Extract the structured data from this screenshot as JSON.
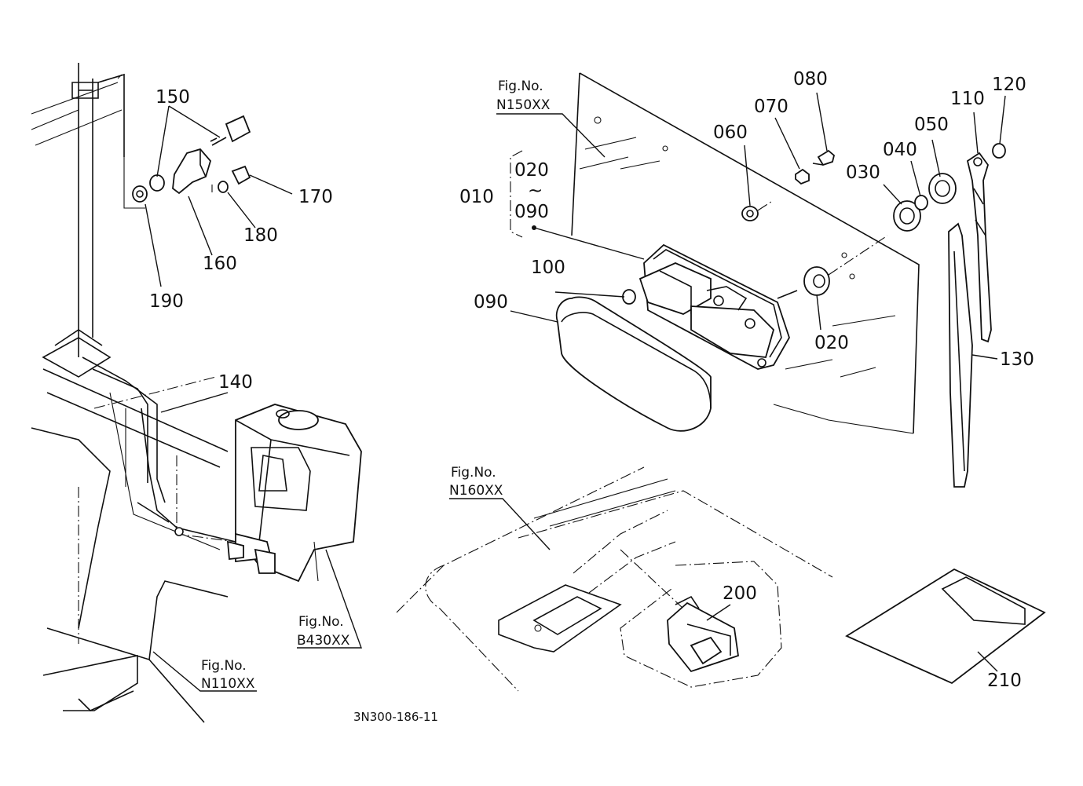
{
  "diagram": {
    "code": "3N300-186-11",
    "part_numbers": {
      "p010": "010",
      "p020": "020",
      "p020b": "020",
      "p030": "030",
      "p040": "040",
      "p050": "050",
      "p060": "060",
      "p070": "070",
      "p080": "080",
      "p090": "090",
      "p090b": "090",
      "p100": "100",
      "p110": "110",
      "p120": "120",
      "p130": "130",
      "p140": "140",
      "p150": "150",
      "p160": "160",
      "p170": "170",
      "p180": "180",
      "p190": "190",
      "p200": "200",
      "p210": "210",
      "tilde": "~"
    },
    "figure_refs": {
      "n150_label": "Fig.No.",
      "n150_num": "N150XX",
      "n160_label": "Fig.No.",
      "n160_num": "N160XX",
      "b430_label": "Fig.No.",
      "b430_num": "B430XX",
      "n110_label": "Fig.No.",
      "n110_num": "N110XX"
    }
  }
}
